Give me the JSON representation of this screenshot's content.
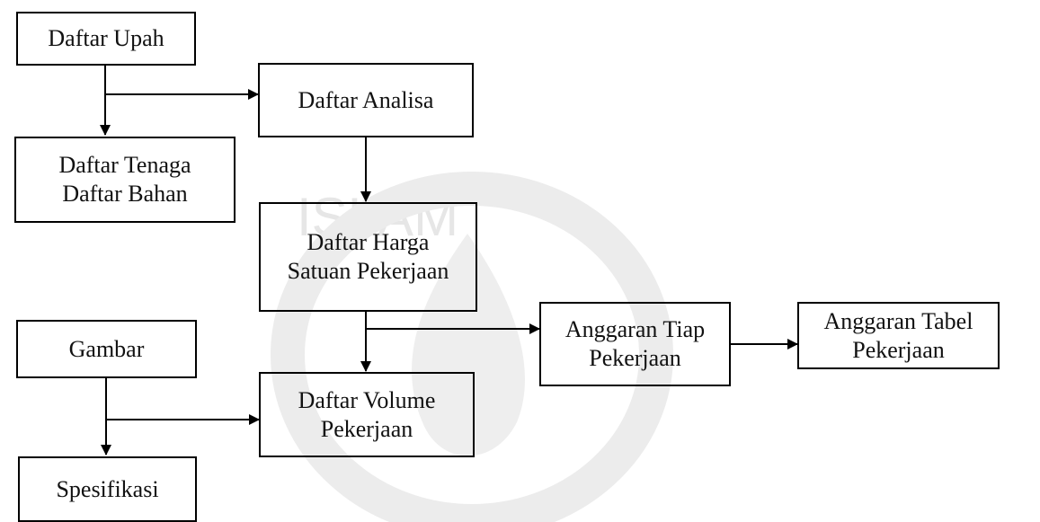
{
  "nodes": {
    "daftar_upah": {
      "lines": [
        "Daftar Upah"
      ]
    },
    "daftar_analisa": {
      "lines": [
        "Daftar Analisa"
      ]
    },
    "daftar_tenaga_bahan": {
      "lines": [
        "Daftar Tenaga",
        "Daftar Bahan"
      ]
    },
    "daftar_harga": {
      "lines": [
        "Daftar Harga",
        "Satuan Pekerjaan"
      ]
    },
    "gambar": {
      "lines": [
        "Gambar"
      ]
    },
    "anggaran_tiap": {
      "lines": [
        "Anggaran Tiap",
        "Pekerjaan"
      ]
    },
    "anggaran_tabel": {
      "lines": [
        "Anggaran Tabel",
        "Pekerjaan"
      ]
    },
    "daftar_volume": {
      "lines": [
        "Daftar Volume",
        "Pekerjaan"
      ]
    },
    "spesifikasi": {
      "lines": [
        "Spesifikasi"
      ]
    }
  },
  "edges": [
    {
      "from": "Daftar Upah",
      "to": "Daftar Analisa"
    },
    {
      "from": "Daftar Upah",
      "to": "Daftar Tenaga / Daftar Bahan"
    },
    {
      "from": "Daftar Analisa",
      "to": "Daftar Harga Satuan Pekerjaan"
    },
    {
      "from": "Daftar Harga Satuan Pekerjaan",
      "to": "Anggaran Tiap Pekerjaan"
    },
    {
      "from": "Daftar Harga Satuan Pekerjaan",
      "to": "Daftar Volume Pekerjaan"
    },
    {
      "from": "Anggaran Tiap Pekerjaan",
      "to": "Anggaran Tabel Pekerjaan"
    },
    {
      "from": "Gambar",
      "to": "Daftar Volume Pekerjaan"
    },
    {
      "from": "Gambar",
      "to": "Spesifikasi"
    }
  ],
  "watermark": {
    "text": "ISLAM",
    "color": "#e6e6e6"
  },
  "colors": {
    "stroke": "#000000",
    "text": "#111111",
    "background": "#ffffff"
  }
}
